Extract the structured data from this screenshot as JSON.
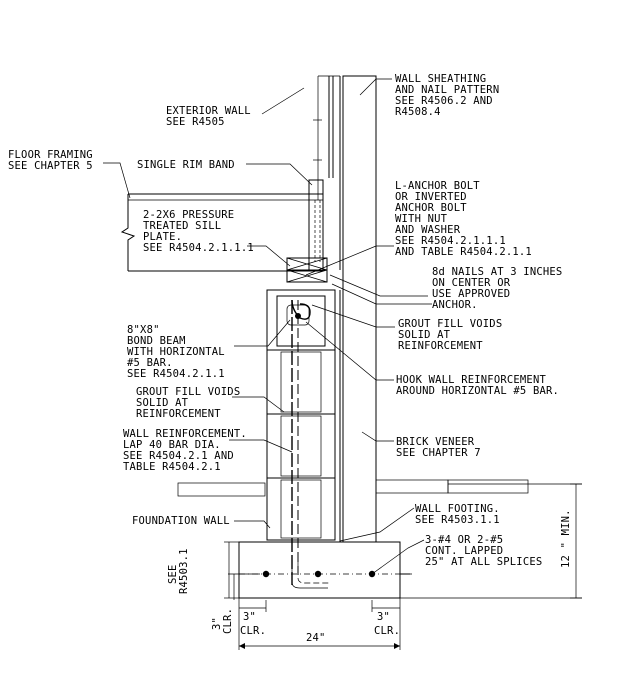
{
  "labels": {
    "wall_sheathing": [
      "WALL SHEATHING",
      "AND NAIL PATTERN",
      "SEE R4506.2 AND",
      "R4508.4"
    ],
    "exterior_wall": [
      "EXTERIOR WALL",
      "SEE R4505"
    ],
    "floor_framing": [
      "FLOOR FRAMING",
      "SEE  CHAPTER 5"
    ],
    "single_rim_band": [
      "SINGLE RIM BAND"
    ],
    "sill_plate": [
      "2-2X6 PRESSURE",
      "TREATED SILL",
      "PLATE.",
      "SEE R4504.2.1.1.1"
    ],
    "anchor_bolt": [
      "L-ANCHOR BOLT",
      "OR INVERTED",
      "ANCHOR BOLT",
      "WITH NUT",
      "AND WASHER",
      "SEE R4504.2.1.1.1",
      "AND TABLE R4504.2.1.1"
    ],
    "nails": [
      "8d NAILS AT 3 INCHES",
      "ON CENTER  OR",
      "USE APPROVED",
      "ANCHOR."
    ],
    "bond_beam": [
      "8\"X8\"",
      "BOND BEAM",
      "WITH HORIZONTAL",
      "#5 BAR.",
      "SEE R4504.2.1.1"
    ],
    "grout_fill_right": [
      "GROUT FILL VOIDS",
      "SOLID AT",
      "REINFORCEMENT"
    ],
    "grout_fill_left": [
      "GROUT FILL VOIDS",
      "SOLID AT",
      "REINFORCEMENT"
    ],
    "hook_wall": [
      "HOOK WALL REINFORCEMENT",
      "AROUND HORIZONTAL #5 BAR."
    ],
    "wall_reinforcement": [
      "WALL REINFORCEMENT.",
      "LAP 40 BAR  DIA.",
      "SEE R4504.2.1 AND",
      "TABLE R4504.2.1"
    ],
    "brick_veneer": [
      "BRICK VENEER",
      "SEE CHAPTER 7"
    ],
    "foundation_wall": [
      "FOUNDATION WALL"
    ],
    "wall_footing": [
      "WALL FOOTING.",
      "SEE R4503.1.1"
    ],
    "splice_bars": [
      "3-#4 OR 2-#5",
      "CONT. LAPPED",
      "25\" AT ALL SPLICES"
    ],
    "min_height": "12 \" MIN.",
    "see_ref_vertical": [
      "SEE",
      "R4503.1"
    ],
    "clr_vertical": [
      "3\"",
      "CLR."
    ],
    "clr_left": [
      "3\"",
      "CLR."
    ],
    "clr_right": [
      "3\"",
      "CLR."
    ],
    "width": "24\""
  }
}
